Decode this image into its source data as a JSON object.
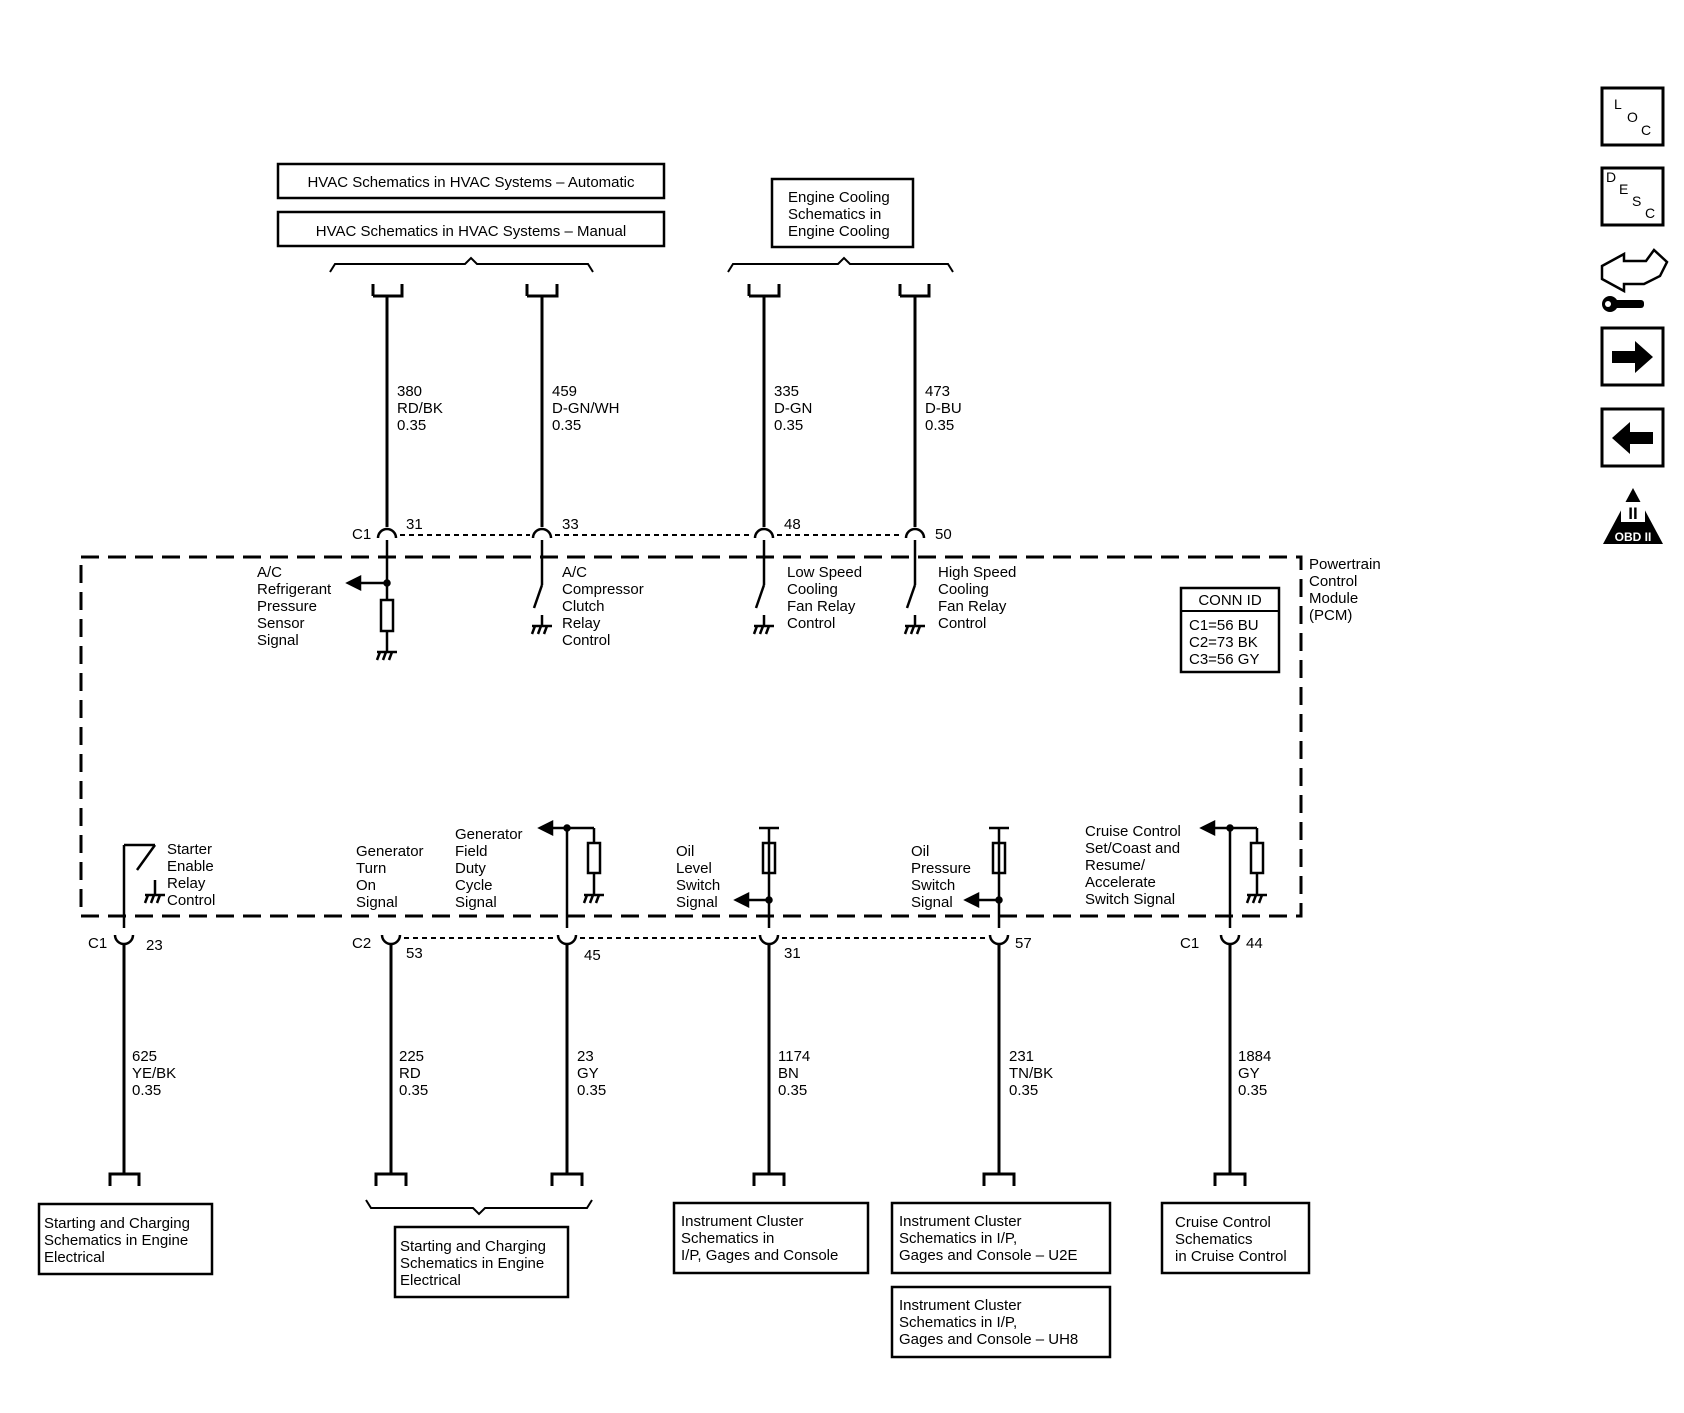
{
  "top_refs": {
    "hvac_auto": "HVAC Schematics in HVAC Systems – Automatic",
    "hvac_manual": "HVAC Schematics in HVAC Systems – Manual",
    "engine_cooling": [
      "Engine Cooling",
      "Schematics in",
      "Engine Cooling"
    ]
  },
  "module": {
    "name": [
      "Powertrain",
      "Control",
      "Module",
      "(PCM)"
    ],
    "conn_id_title": "CONN ID",
    "conn_id_rows": [
      "C1=56 BU",
      "C2=73 BK",
      "C3=56 GY"
    ]
  },
  "top_wires": [
    {
      "circuit": "380",
      "color": "RD/BK",
      "gauge": "0.35",
      "pin": "31",
      "connector": "C1",
      "label": [
        "A/C",
        "Refrigerant",
        "Pressure",
        "Sensor",
        "Signal"
      ]
    },
    {
      "circuit": "459",
      "color": "D-GN/WH",
      "gauge": "0.35",
      "pin": "33",
      "connector": "",
      "label": [
        "A/C",
        "Compressor",
        "Clutch",
        "Relay",
        "Control"
      ]
    },
    {
      "circuit": "335",
      "color": "D-GN",
      "gauge": "0.35",
      "pin": "48",
      "connector": "",
      "label": [
        "Low Speed",
        "Cooling",
        "Fan Relay",
        "Control"
      ]
    },
    {
      "circuit": "473",
      "color": "D-BU",
      "gauge": "0.35",
      "pin": "50",
      "connector": "",
      "label": [
        "High Speed",
        "Cooling",
        "Fan Relay",
        "Control"
      ]
    }
  ],
  "bottom_wires": [
    {
      "circuit": "625",
      "color": "YE/BK",
      "gauge": "0.35",
      "pin": "23",
      "connector": "C1",
      "label": [
        "Starter",
        "Enable",
        "Relay",
        "Control"
      ]
    },
    {
      "circuit": "225",
      "color": "RD",
      "gauge": "0.35",
      "pin": "53",
      "connector": "C2",
      "label": [
        "Generator",
        "Turn",
        "On",
        "Signal"
      ]
    },
    {
      "circuit": "23",
      "color": "GY",
      "gauge": "0.35",
      "pin": "45",
      "connector": "",
      "label": [
        "Generator",
        "Field",
        "Duty",
        "Cycle",
        "Signal"
      ]
    },
    {
      "circuit": "1174",
      "color": "BN",
      "gauge": "0.35",
      "pin": "31",
      "connector": "",
      "label": [
        "Oil",
        "Level",
        "Switch",
        "Signal"
      ]
    },
    {
      "circuit": "231",
      "color": "TN/BK",
      "gauge": "0.35",
      "pin": "57",
      "connector": "",
      "label": [
        "Oil",
        "Pressure",
        "Switch",
        "Signal"
      ]
    },
    {
      "circuit": "1884",
      "color": "GY",
      "gauge": "0.35",
      "pin": "44",
      "connector": "C1",
      "label": [
        "Cruise Control",
        "Set/Coast and",
        "Resume/",
        "Accelerate",
        "Switch Signal"
      ]
    }
  ],
  "bottom_refs": {
    "starting_1": [
      "Starting and Charging",
      "Schematics in Engine",
      "Electrical"
    ],
    "starting_2": [
      "Starting and Charging",
      "Schematics in Engine",
      "Electrical"
    ],
    "instrument_1": [
      "Instrument Cluster",
      "Schematics in",
      "I/P, Gages and Console"
    ],
    "instrument_u2e": [
      "Instrument Cluster",
      "Schematics in I/P,",
      "Gages and Console – U2E"
    ],
    "instrument_uh8": [
      "Instrument Cluster",
      "Schematics in I/P,",
      "Gages and Console – UH8"
    ],
    "cruise": [
      "Cruise Control",
      "Schematics",
      "in Cruise Control"
    ]
  },
  "nav": {
    "loc": [
      "L",
      "O",
      "C"
    ],
    "desc": [
      "D",
      "E",
      "S",
      "C"
    ],
    "obd_numeral": "II",
    "obd_text": "OBD II"
  }
}
